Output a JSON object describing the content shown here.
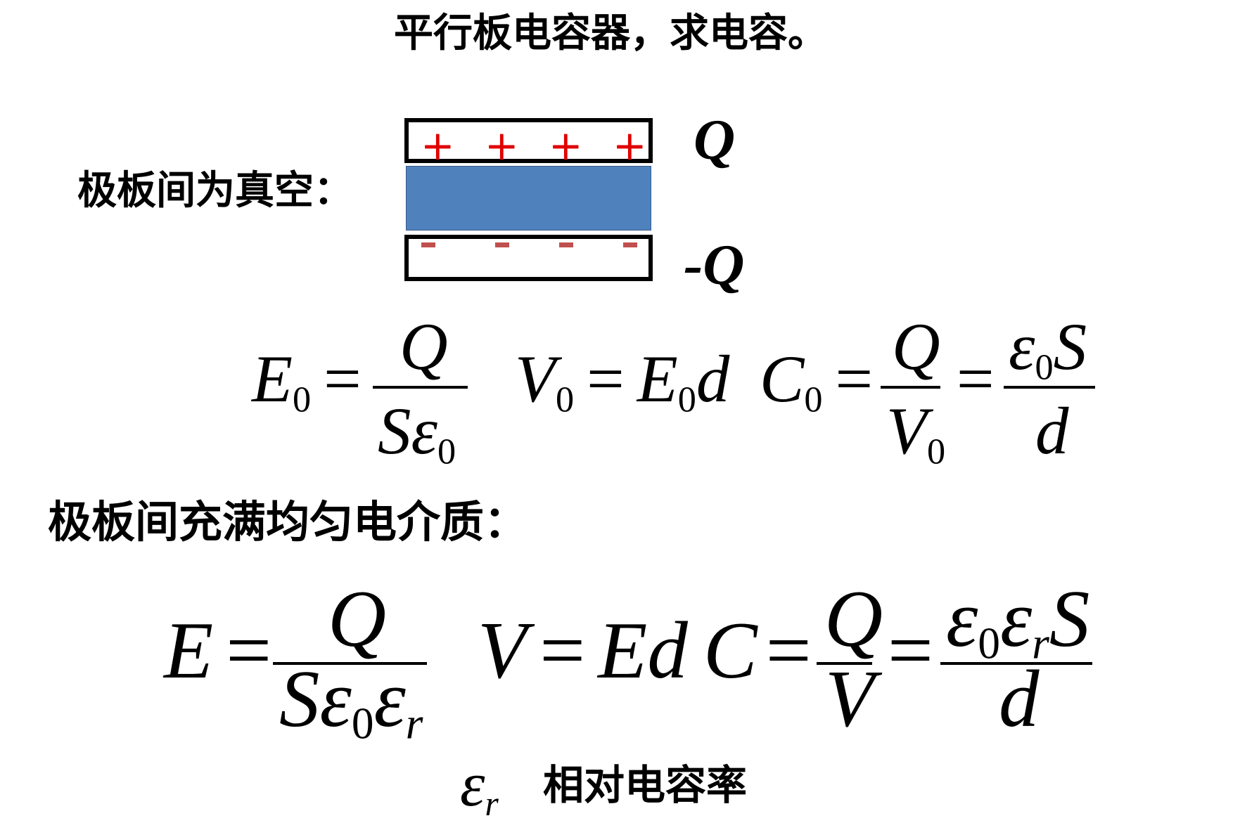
{
  "title": "平行板电容器，求电容。",
  "vacuum_label": "极板间为真空：",
  "dielectric_label": "极板间充满均匀电介质：",
  "diagram": {
    "top_charge": "Q",
    "bottom_charge": "-Q",
    "plus_sign": "+",
    "colors": {
      "dielectric": "#4f81bd",
      "plus": "#e00000",
      "minus": "#c0504d"
    }
  },
  "formula1": {
    "E": "E",
    "zero": "0",
    "eq": "=",
    "Q": "Q",
    "S": "S",
    "eps": "ε",
    "V": "V",
    "d": "d",
    "C": "C"
  },
  "formula2": {
    "E": "E",
    "eq": "=",
    "Q": "Q",
    "S": "S",
    "eps": "ε",
    "zero": "0",
    "r": "r",
    "V": "V",
    "Ed": "Ed",
    "C": "C",
    "d": "d"
  },
  "note": {
    "symbol": "ε",
    "sub": "r",
    "text": "相对电容率"
  }
}
